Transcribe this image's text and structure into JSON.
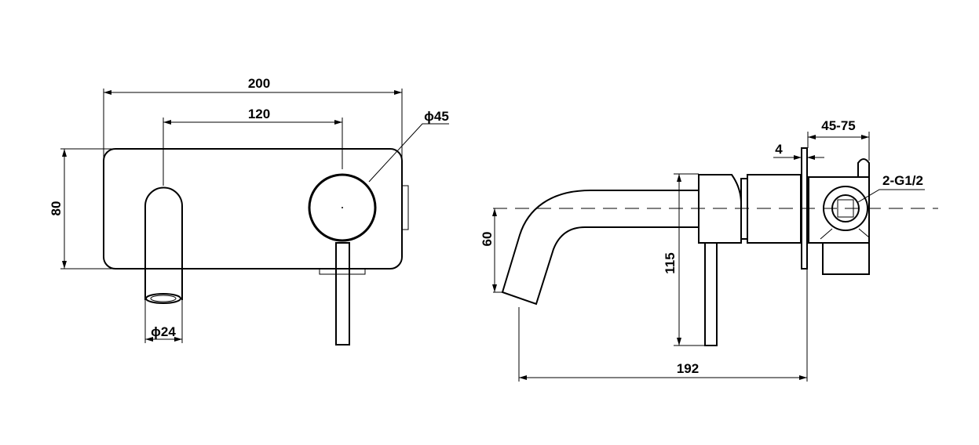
{
  "front_view": {
    "overall_width": "200",
    "spout_to_handle": "120",
    "height": "80",
    "handle_diameter": "ϕ45",
    "spout_diameter": "ϕ24"
  },
  "side_view": {
    "wall_depth": "45-75",
    "plate_thickness": "4",
    "connection": "2-G1/2",
    "spout_drop": "60",
    "handle_height": "115",
    "projection": "192"
  },
  "colors": {
    "line": "#000000",
    "background": "#ffffff"
  }
}
